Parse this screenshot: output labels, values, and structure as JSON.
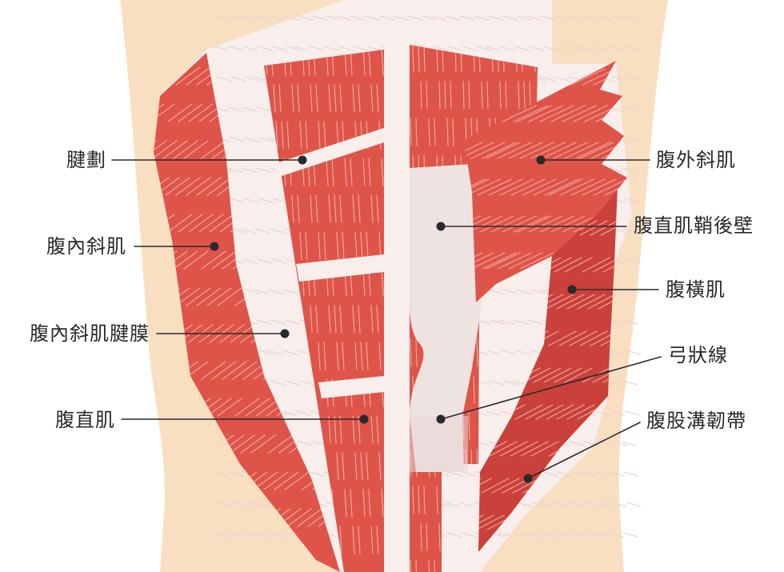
{
  "labels": {
    "tendinous_intersection": "腱劃",
    "internal_oblique": "腹內斜肌",
    "internal_oblique_aponeurosis": "腹內斜肌腱膜",
    "rectus_abdominis": "腹直肌",
    "external_oblique": "腹外斜肌",
    "posterior_rectus_sheath": "腹直肌鞘後壁",
    "transversus_abdominis": "腹橫肌",
    "arcuate_line": "弓狀線",
    "inguinal_ligament": "腹股溝韌帶"
  },
  "colors": {
    "skin": "#f9dfc2",
    "muscle": "#de5449",
    "muscle_dark": "#c9413a",
    "muscle_stripe": "#f0a49a",
    "fascia": "#f8eeec",
    "fascia_line": "#e6cfcc",
    "sheath": "#efe3e2",
    "leader_line": "#2a2a2a"
  }
}
